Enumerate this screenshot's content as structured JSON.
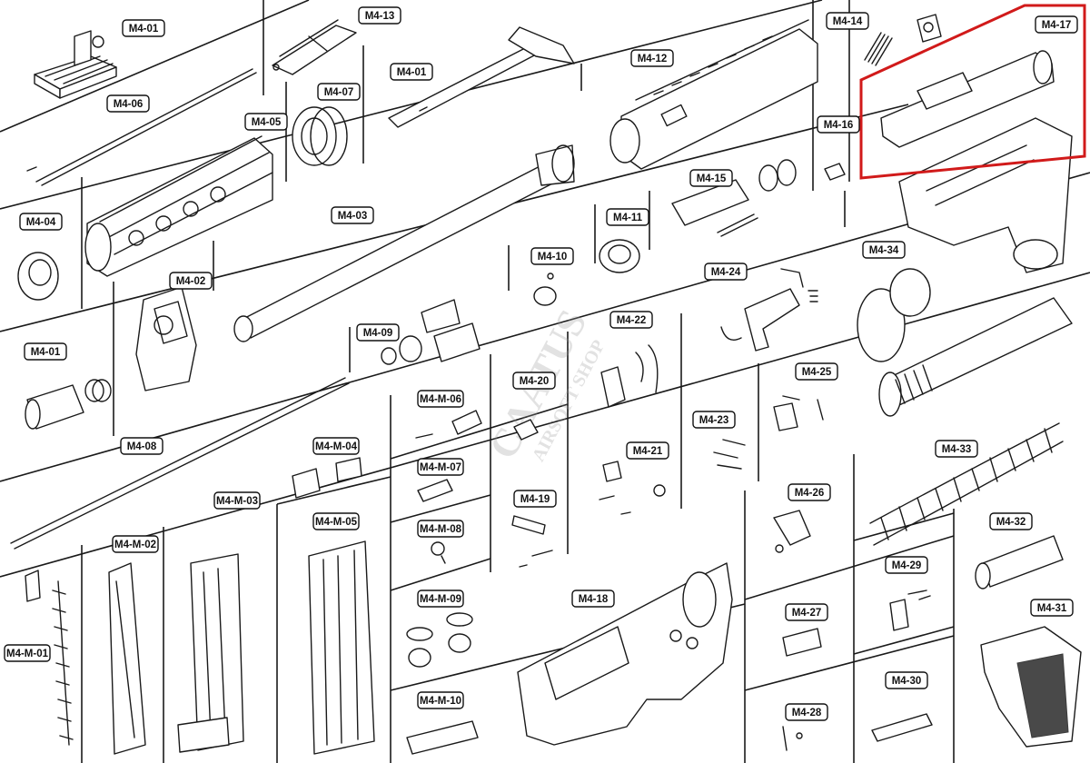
{
  "diagram": {
    "highlight_color": "#d11a1a",
    "selected_part": "M4-17",
    "watermark": {
      "line1": "CAATUS",
      "line2": "AIRSOFT SHOP"
    },
    "parts": {
      "m4_01_sight": "M4-01",
      "m4_13": "M4-13",
      "m4_01_charging": "M4-01",
      "m4_12": "M4-12",
      "m4_14": "M4-14",
      "m4_17": "M4-17",
      "m4_06": "M4-06",
      "m4_07": "M4-07",
      "m4_05": "M4-05",
      "m4_16": "M4-16",
      "m4_15": "M4-15",
      "m4_04": "M4-04",
      "m4_03": "M4-03",
      "m4_11": "M4-11",
      "m4_34": "M4-34",
      "m4_02": "M4-02",
      "m4_10": "M4-10",
      "m4_24": "M4-24",
      "m4_09": "M4-09",
      "m4_22": "M4-22",
      "m4_01_flash": "M4-01",
      "m4_20": "M4-20",
      "m4_25": "M4-25",
      "m4_m_06": "M4-M-06",
      "m4_23": "M4-23",
      "m4_08": "M4-08",
      "m4_m_04": "M4-M-04",
      "m4_21": "M4-21",
      "m4_33": "M4-33",
      "m4_m_07": "M4-M-07",
      "m4_m_03": "M4-M-03",
      "m4_26": "M4-26",
      "m4_19": "M4-19",
      "m4_m_05": "M4-M-05",
      "m4_32": "M4-32",
      "m4_m_08": "M4-M-08",
      "m4_m_02": "M4-M-02",
      "m4_29": "M4-29",
      "m4_m_01": "M4-M-01",
      "m4_18": "M4-18",
      "m4_m_09": "M4-M-09",
      "m4_27": "M4-27",
      "m4_31": "M4-31",
      "m4_30": "M4-30",
      "m4_m_10": "M4-M-10",
      "m4_28": "M4-28"
    }
  }
}
